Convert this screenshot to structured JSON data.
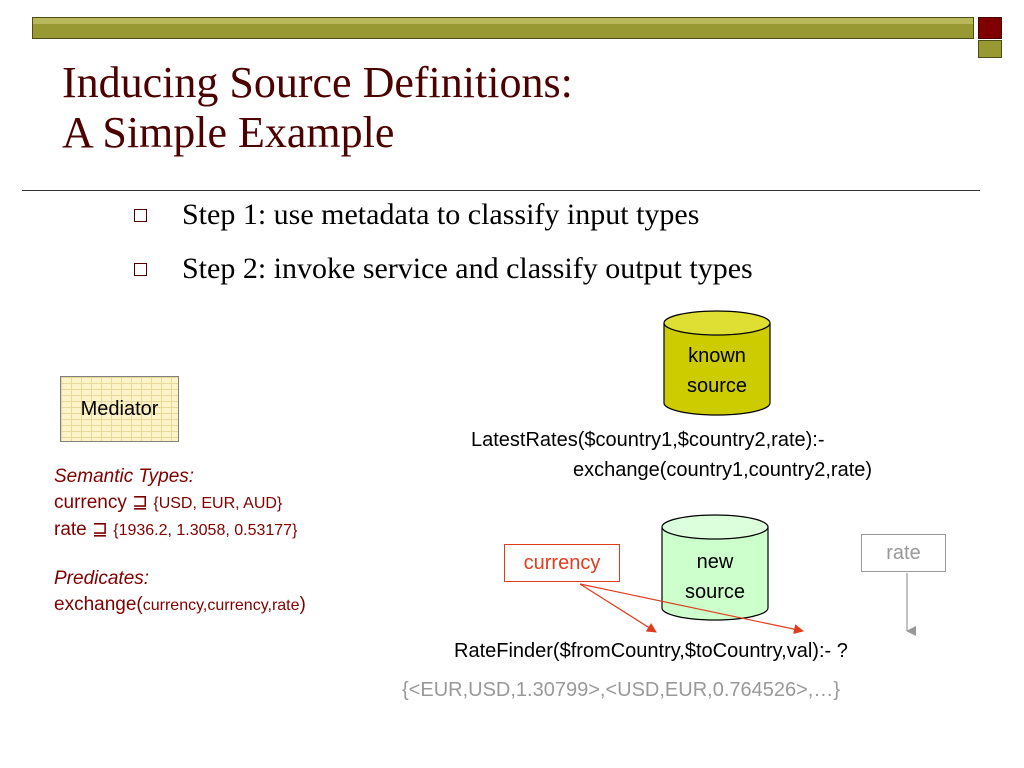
{
  "title": {
    "line1": "Inducing Source Definitions:",
    "line2": "A Simple Example"
  },
  "bullets": [
    "Step 1: use metadata to classify input types",
    "Step 2: invoke service and classify output types"
  ],
  "mediator": {
    "label": "Mediator"
  },
  "semantic_types": {
    "heading": "Semantic Types:",
    "currency_name": "currency",
    "superset_symbol": "⊒",
    "currency_values": "{USD, EUR, AUD}",
    "rate_name": "rate",
    "rate_values": "{1936.2, 1.3058, 0.53177}"
  },
  "predicates": {
    "heading": "Predicates:",
    "name": "exchange(",
    "args": "currency,currency,rate",
    "close": ")"
  },
  "known_source": {
    "line1": "known",
    "line2": "source",
    "color": "#cccc00"
  },
  "latest_rates": {
    "line1": "LatestRates($country1,$country2,rate):-",
    "line2": "exchange(country1,country2,rate)"
  },
  "new_source": {
    "line1": "new",
    "line2": "source",
    "color": "#ccffcc"
  },
  "currency_box": {
    "label": "currency",
    "color": "#e03c1e"
  },
  "rate_box": {
    "label": "rate",
    "color": "#999999"
  },
  "rate_finder": {
    "text": "RateFinder($fromCountry,$toCountry,val):- ?"
  },
  "example_values": {
    "text": "{<EUR,USD,1.30799>,<USD,EUR,0.764526>,…}"
  },
  "colors": {
    "title": "#4d0000",
    "accent": "#800000",
    "bar": "#999933"
  }
}
